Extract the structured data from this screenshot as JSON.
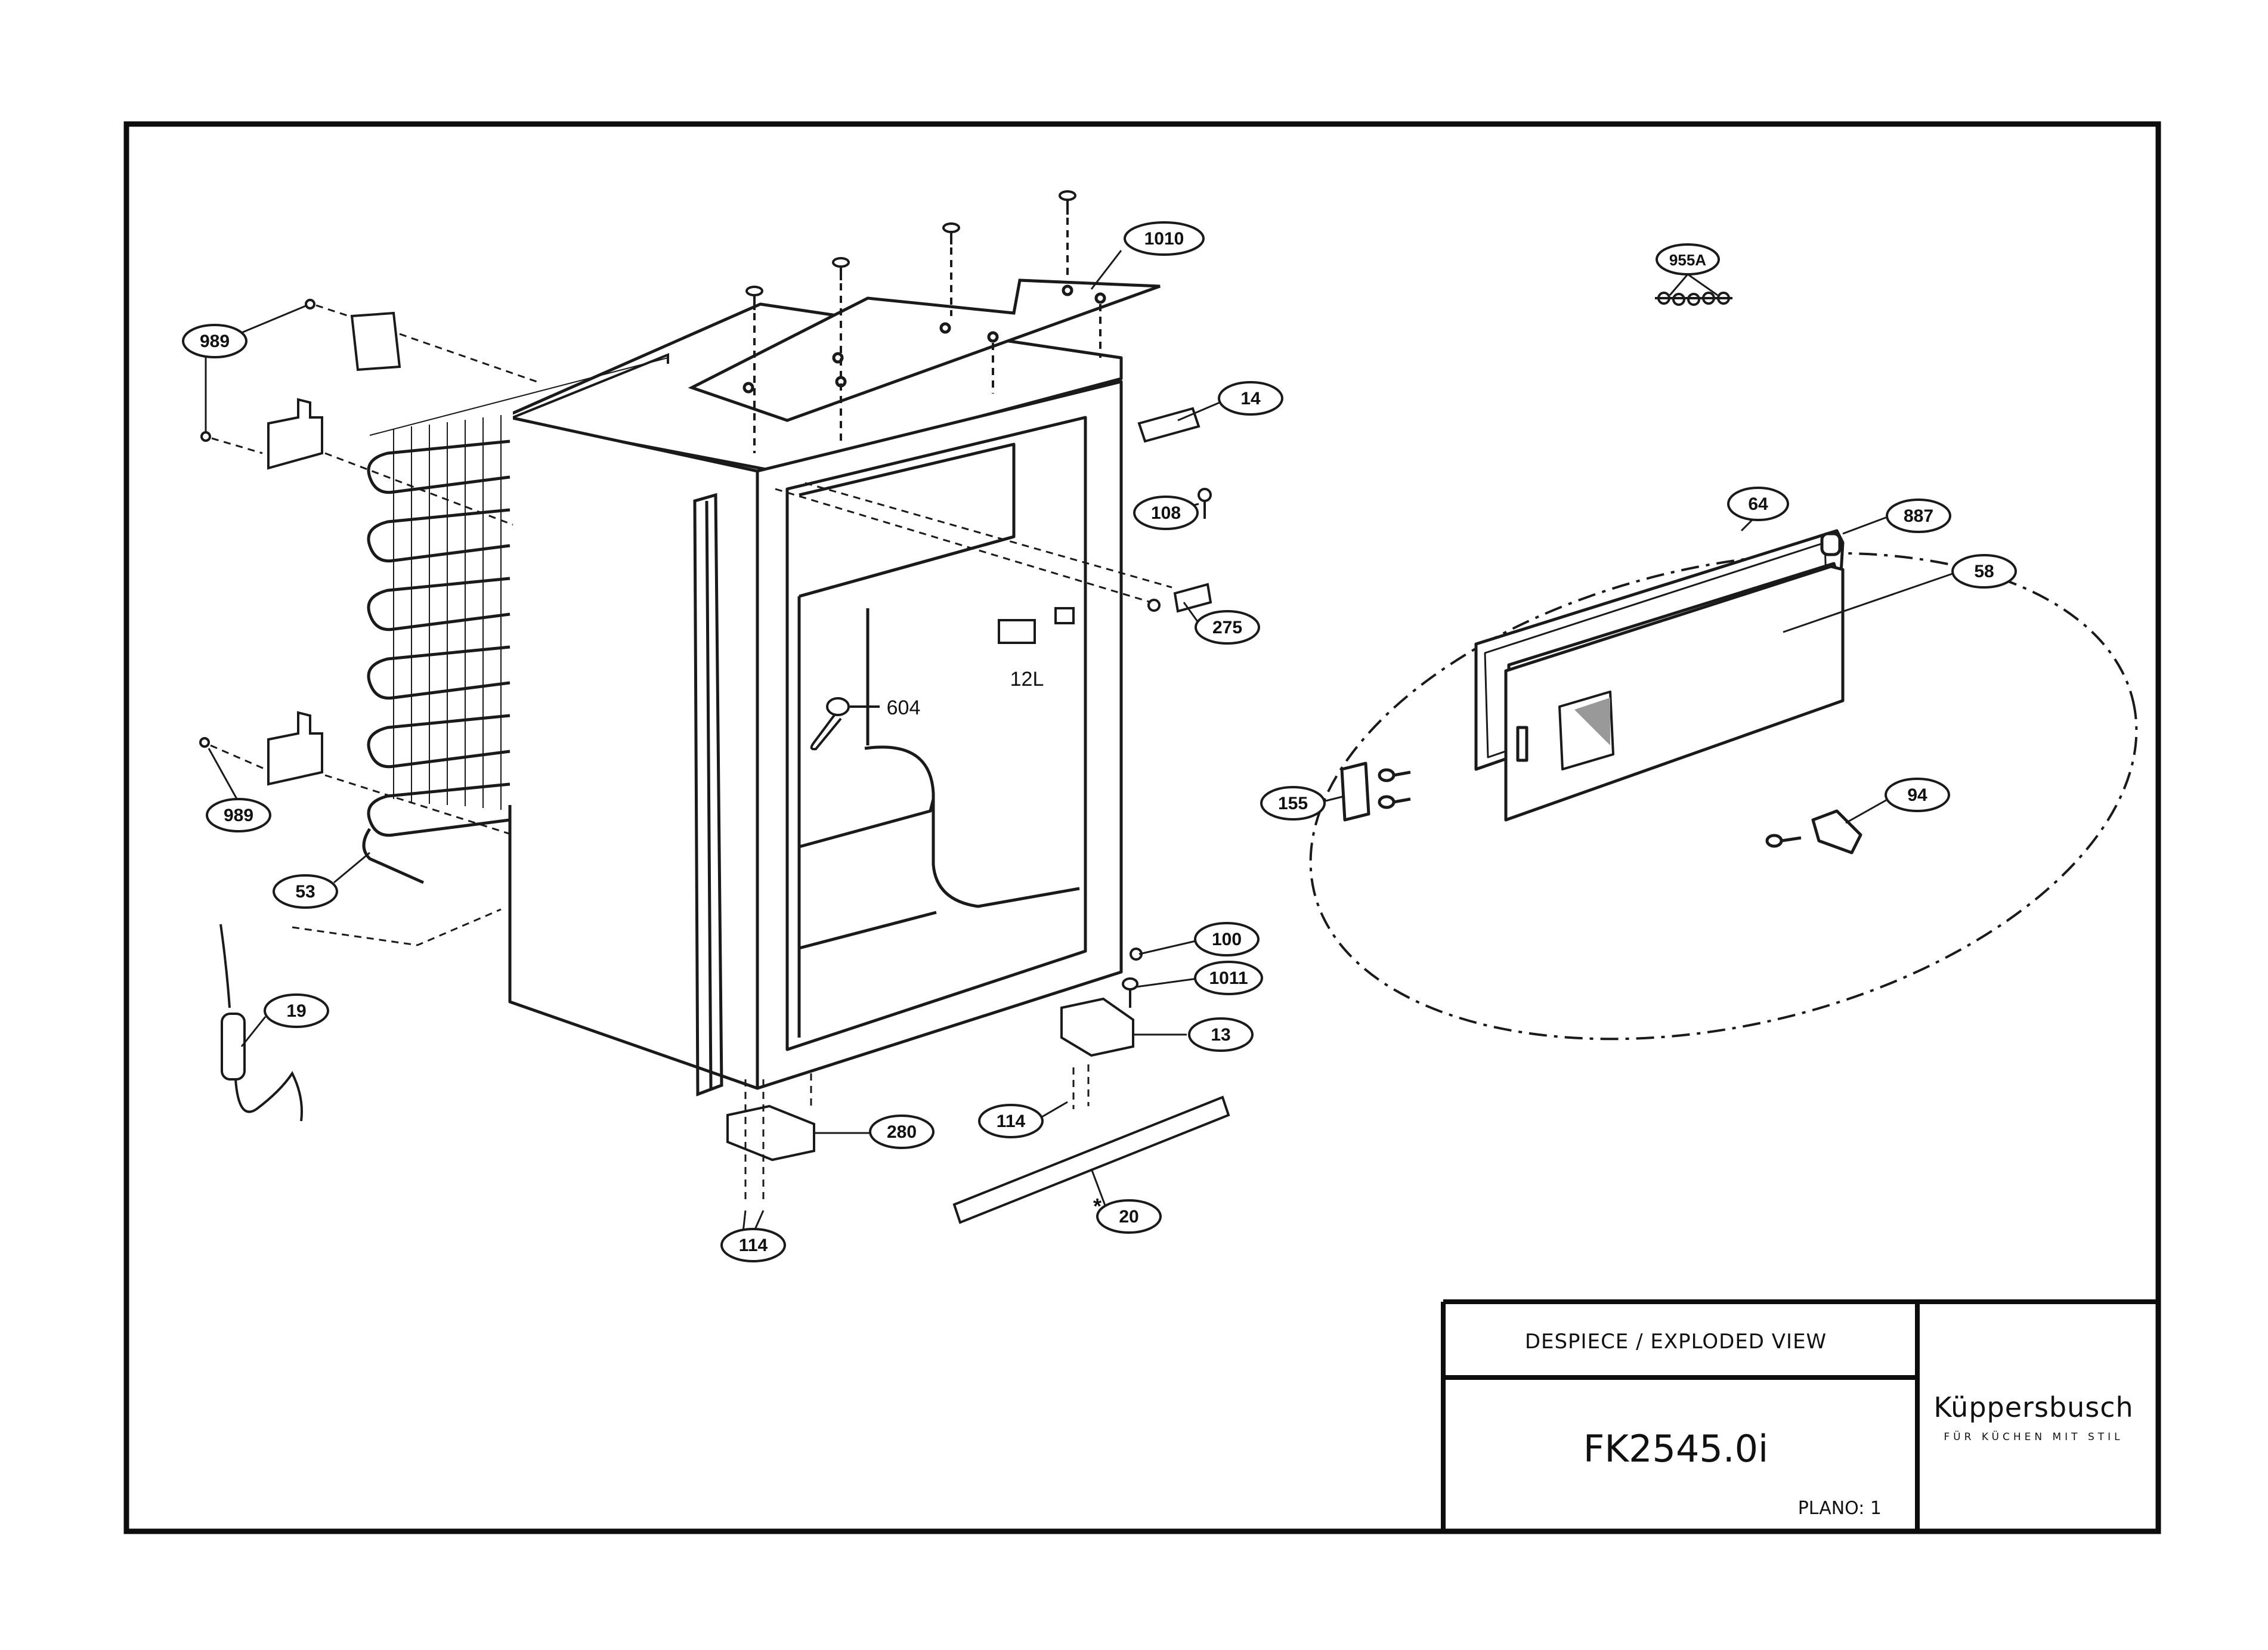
{
  "title_block": {
    "title": "DESPIECE / EXPLODED VIEW",
    "model": "FK2545.0i",
    "plano_label": "PLANO:",
    "plano_number": "1"
  },
  "brand": {
    "name": "Küppersbusch",
    "slogan": "FÜR KÜCHEN MIT STIL"
  },
  "callouts": {
    "c1010": "1010",
    "c955a": "955A",
    "c989a": "989",
    "c989b": "989",
    "c14": "14",
    "c108": "108",
    "c275": "275",
    "c12l": "12L",
    "c604": "604",
    "c53": "53",
    "c19": "19",
    "c100": "100",
    "c1011": "1011",
    "c13": "13",
    "c114a": "114",
    "c114b": "114",
    "c280": "280",
    "c20": "20",
    "c64": "64",
    "c887": "887",
    "c58": "58",
    "c155": "155",
    "c94": "94"
  },
  "colors": {
    "line": "#1a1a1a",
    "frame": "#0d0d0d",
    "background": "#ffffff"
  }
}
